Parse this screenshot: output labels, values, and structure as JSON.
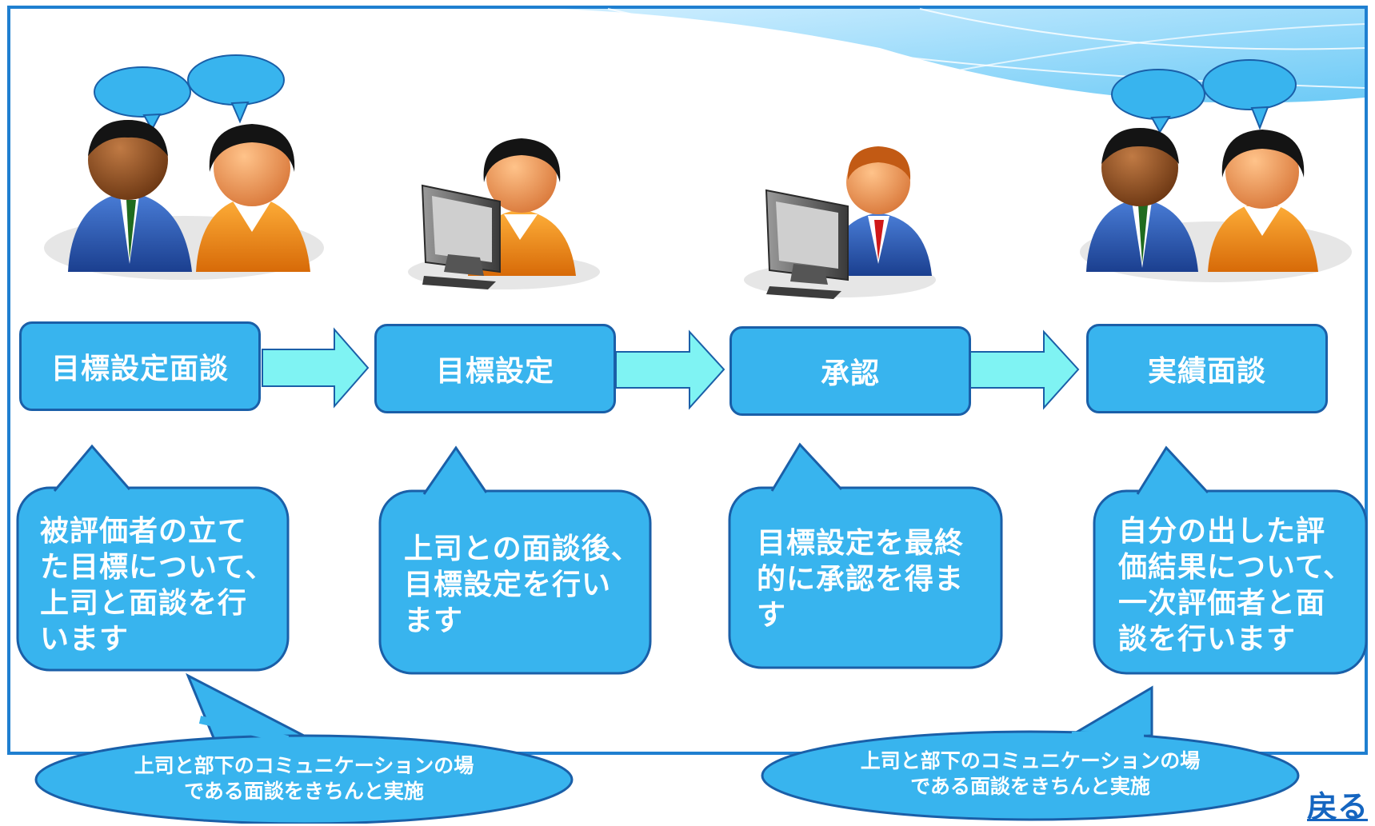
{
  "steps": [
    {
      "label": "目標設定面談"
    },
    {
      "label": "目標設定"
    },
    {
      "label": "承認"
    },
    {
      "label": "実績面談"
    }
  ],
  "callouts": [
    {
      "text": "被評価者の立て\nた目標について、\n上司と面談を行\nいます"
    },
    {
      "text": "上司との面談後、\n目標設定を行い\nます"
    },
    {
      "text": "目標設定を最終\n的に承認を得ま\nす"
    },
    {
      "text": "自分の出した評\n価結果について、\n一次評価者と面\n談を行います"
    }
  ],
  "notes": [
    {
      "text": "上司と部下のコミュニケーションの場\nである面談をきちんと実施"
    },
    {
      "text": "上司と部下のコミュニケーションの場\nである面談をきちんと実施"
    }
  ],
  "back_link": "戻る",
  "colors": {
    "box_fill": "#38b4ee",
    "box_border": "#1a5fa8",
    "arrow_fill": "#7ff3f3",
    "frame": "#1f7fd0",
    "link": "#1565c0"
  },
  "icons": [
    "two-people-talking-icon",
    "person-at-computer-icon",
    "person-at-computer-icon",
    "two-people-talking-icon"
  ]
}
